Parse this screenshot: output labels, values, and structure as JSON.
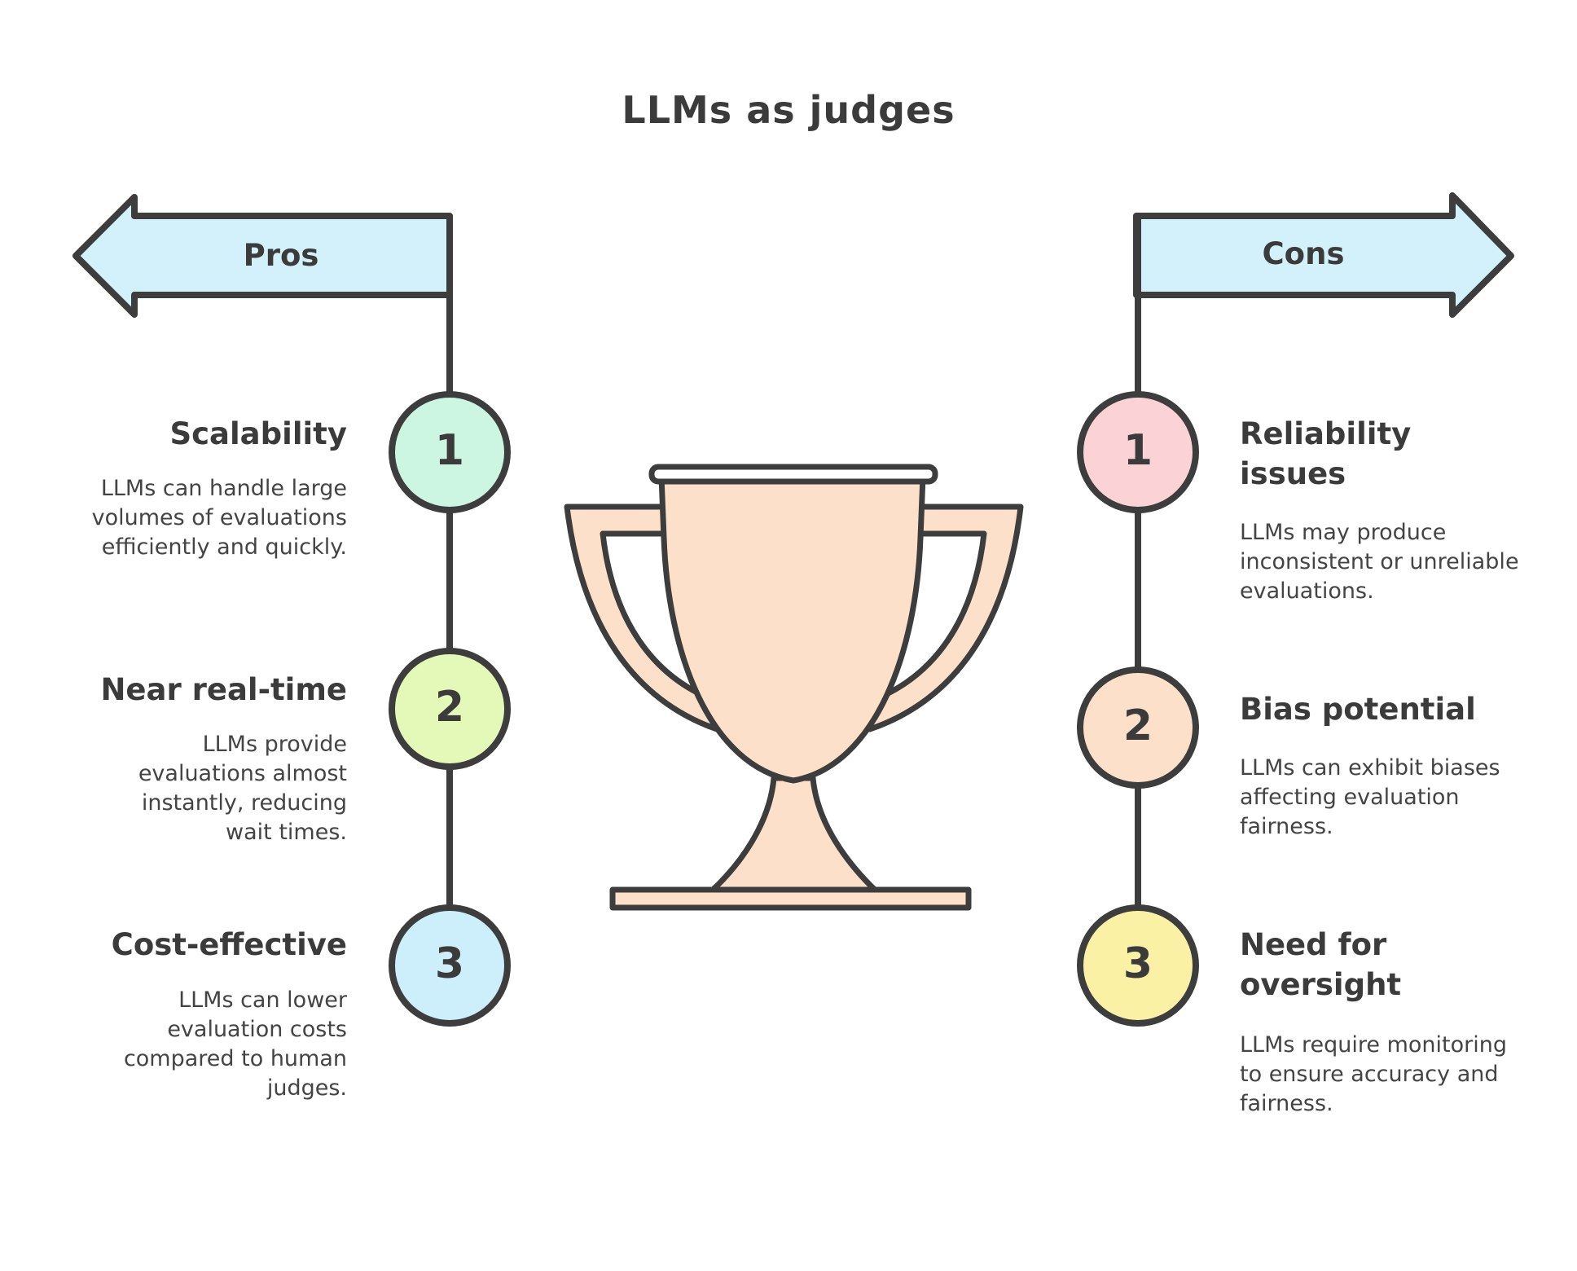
{
  "title": "LLMs as judges",
  "pros": {
    "label": "Pros",
    "items": [
      {
        "number": "1",
        "title": "Scalability",
        "description": "LLMs can handle large volumes of evaluations efficiently and quickly.",
        "color": "#cdf6e2"
      },
      {
        "number": "2",
        "title": "Near real-time",
        "description": "LLMs provide evaluations almost instantly, reducing wait times.",
        "color": "#e4f8b8"
      },
      {
        "number": "3",
        "title": "Cost-effective",
        "description": "LLMs can lower evaluation costs compared to human judges.",
        "color": "#cdeefb"
      }
    ]
  },
  "cons": {
    "label": "Cons",
    "items": [
      {
        "number": "1",
        "title": "Reliability issues",
        "description": "LLMs may produce inconsistent or unreliable evaluations.",
        "color": "#fbd3d6"
      },
      {
        "number": "2",
        "title": "Bias potential",
        "description": "LLMs can exhibit biases affecting evaluation fairness.",
        "color": "#fde0c9"
      },
      {
        "number": "3",
        "title": "Need for oversight",
        "description": "LLMs require monitoring to ensure accuracy and fairness.",
        "color": "#fbf1a5"
      }
    ]
  },
  "colors": {
    "arrow_fill": "#d2f1fb",
    "trophy_fill": "#fde0c9",
    "stroke": "#3d3d3d"
  }
}
